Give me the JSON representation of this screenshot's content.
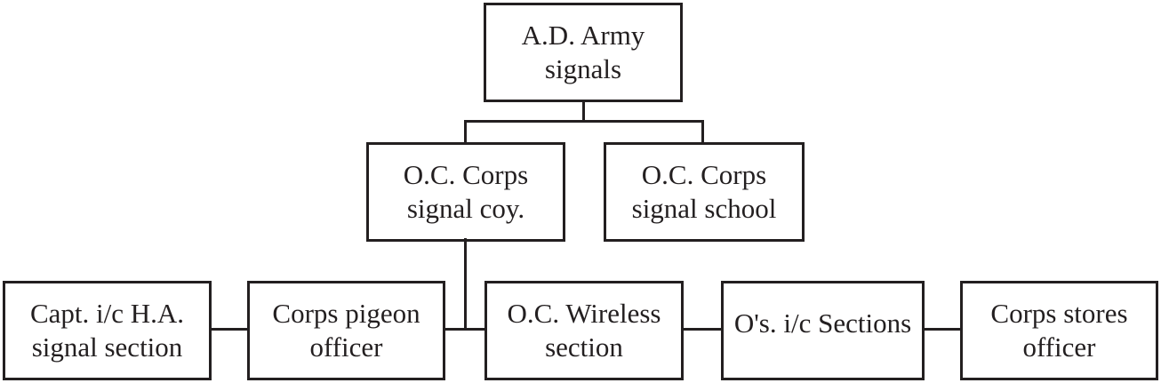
{
  "nodes": {
    "ad_army_signals": {
      "line1": "A.D. Army",
      "line2": "signals"
    },
    "oc_corps_signal_coy": {
      "line1": "O.C. Corps",
      "line2": "signal coy."
    },
    "oc_corps_signal_school": {
      "line1": "O.C. Corps",
      "line2": "signal school"
    },
    "capt_ha_signal_section": {
      "line1": "Capt. i/c H.A.",
      "line2": "signal section"
    },
    "corps_pigeon_officer": {
      "line1": "Corps pigeon",
      "line2": "officer"
    },
    "oc_wireless_section": {
      "line1": "O.C. Wireless",
      "line2": "section"
    },
    "os_ic_sections": {
      "line1": "O's. i/c Sections"
    },
    "corps_stores_officer": {
      "line1": "Corps stores",
      "line2": "officer"
    }
  }
}
